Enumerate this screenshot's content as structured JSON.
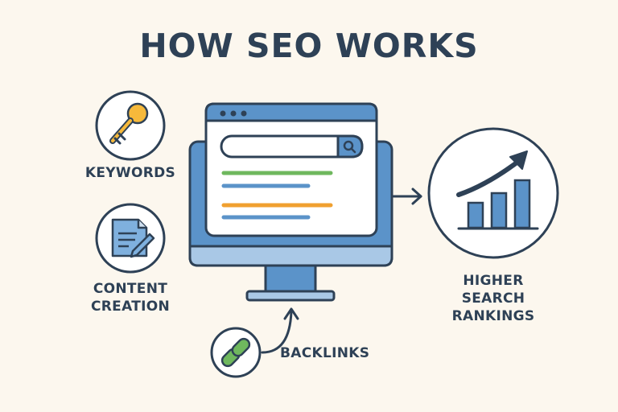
{
  "title": "HOW SEO WORKS",
  "items": {
    "keywords": {
      "label": "KEYWORDS",
      "icon": "key-icon"
    },
    "content": {
      "lines": [
        "CONTENT",
        "CREATION"
      ],
      "icon": "document-pen-icon"
    },
    "backlinks": {
      "label": "BACKLINKS",
      "icon": "chain-link-icon"
    },
    "result": {
      "lines": [
        "HIGHER",
        "SEARCH",
        "RANKINGS"
      ],
      "icon": "rising-bar-chart-icon"
    }
  },
  "monitor": {
    "icon": "desktop-monitor-icon",
    "search_icon": "magnifier-icon"
  },
  "colors": {
    "background": "#fcf7ee",
    "ink": "#2e4156",
    "blue": "#5b93c9",
    "light_blue": "#a9c8e6",
    "orange": "#f0a030",
    "green": "#6fb85e",
    "key_yellow": "#f6b93b"
  }
}
